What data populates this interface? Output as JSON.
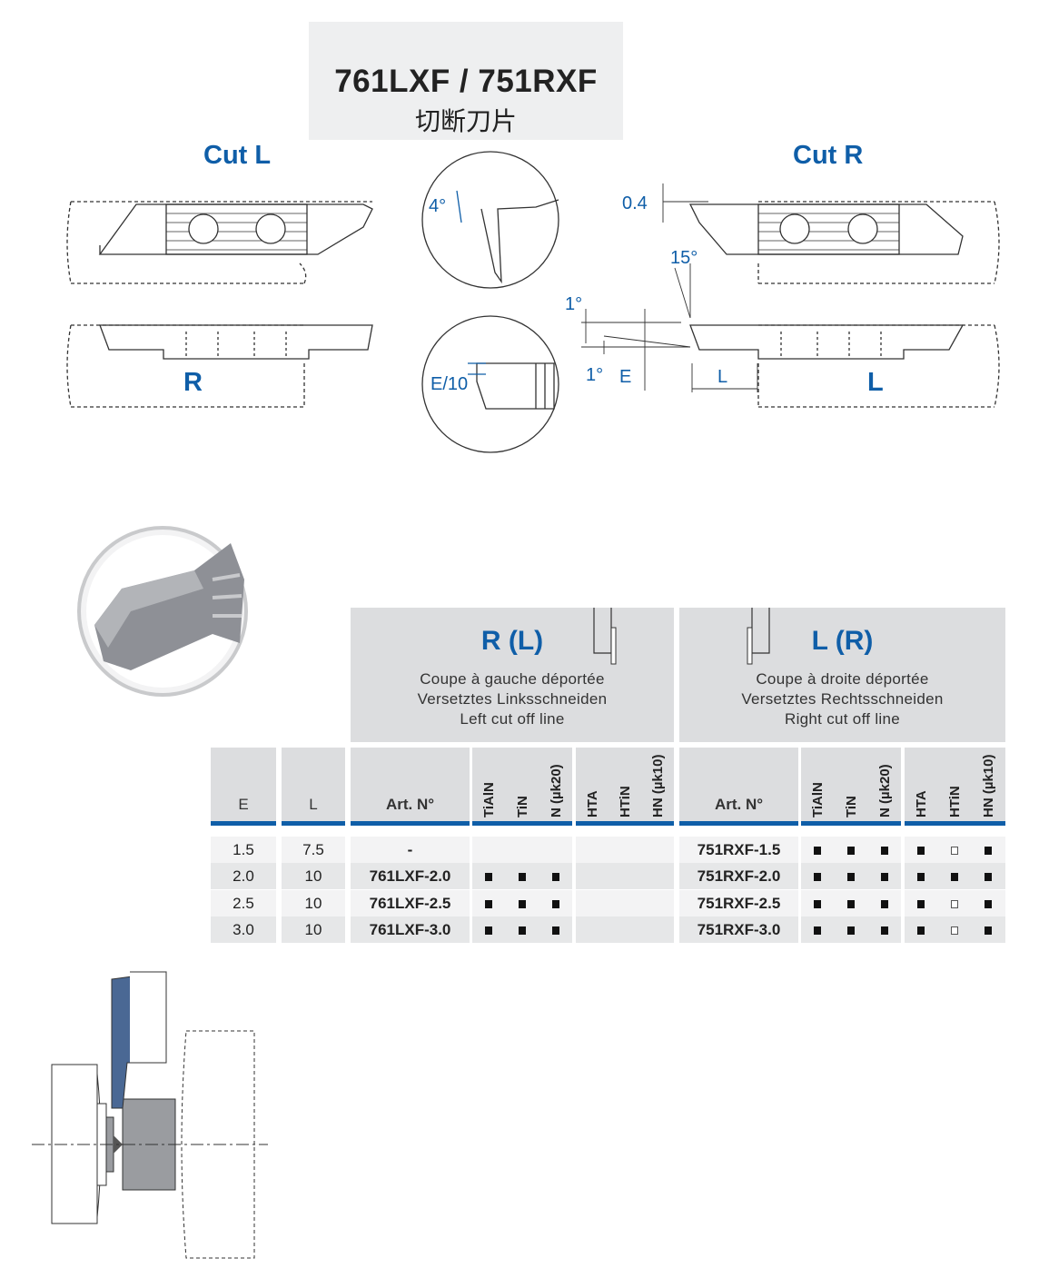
{
  "title": "761LXF / 751RXF",
  "subtitle": "切断刀片",
  "diagram": {
    "cut_l": "Cut L",
    "cut_r": "Cut R",
    "view_r": "R",
    "view_l": "L",
    "angle_4": "4°",
    "dim_04": "0.4",
    "angle_15": "15°",
    "angle_1a": "1°",
    "angle_1b": "1°",
    "dim_e": "E",
    "dim_l": "L",
    "dim_e10": "E/10"
  },
  "left_group": {
    "code": "R (L)",
    "desc": [
      "Coupe à gauche déportée",
      "Versetztes Linksschneiden",
      "Left cut off line"
    ]
  },
  "right_group": {
    "code": "L (R)",
    "desc": [
      "Coupe à droite déportée",
      "Versetztes Rechtsschneiden",
      "Right cut off line"
    ]
  },
  "table": {
    "headers": {
      "e": "E",
      "l": "L",
      "art_left": "Art. N°",
      "art_right": "Art. N°",
      "coatings": [
        "TiAlN",
        "TiN",
        "N (µk20)",
        "HTA",
        "HTiN",
        "HN (µk10)"
      ]
    },
    "rows": [
      {
        "e": "1.5",
        "l": "7.5",
        "left_art": "-",
        "left_marks": [
          "",
          "",
          "",
          "",
          "",
          ""
        ],
        "right_art": "751RXF-1.5",
        "right_marks": [
          "■",
          "■",
          "■",
          "■",
          "□",
          "■"
        ]
      },
      {
        "e": "2.0",
        "l": "10",
        "left_art": "761LXF-2.0",
        "left_marks": [
          "■",
          "■",
          "■",
          "",
          "",
          ""
        ],
        "right_art": "751RXF-2.0",
        "right_marks": [
          "■",
          "■",
          "■",
          "■",
          "■",
          "■"
        ]
      },
      {
        "e": "2.5",
        "l": "10",
        "left_art": "761LXF-2.5",
        "left_marks": [
          "■",
          "■",
          "■",
          "",
          "",
          ""
        ],
        "right_art": "751RXF-2.5",
        "right_marks": [
          "■",
          "■",
          "■",
          "■",
          "□",
          "■"
        ]
      },
      {
        "e": "3.0",
        "l": "10",
        "left_art": "761LXF-3.0",
        "left_marks": [
          "■",
          "■",
          "■",
          "",
          "",
          ""
        ],
        "right_art": "751RXF-3.0",
        "right_marks": [
          "■",
          "■",
          "■",
          "■",
          "□",
          "■"
        ]
      }
    ]
  },
  "colors": {
    "accent": "#0f5ea8",
    "header_bg": "#dcdddf",
    "tool_blue": "#4a6894"
  }
}
